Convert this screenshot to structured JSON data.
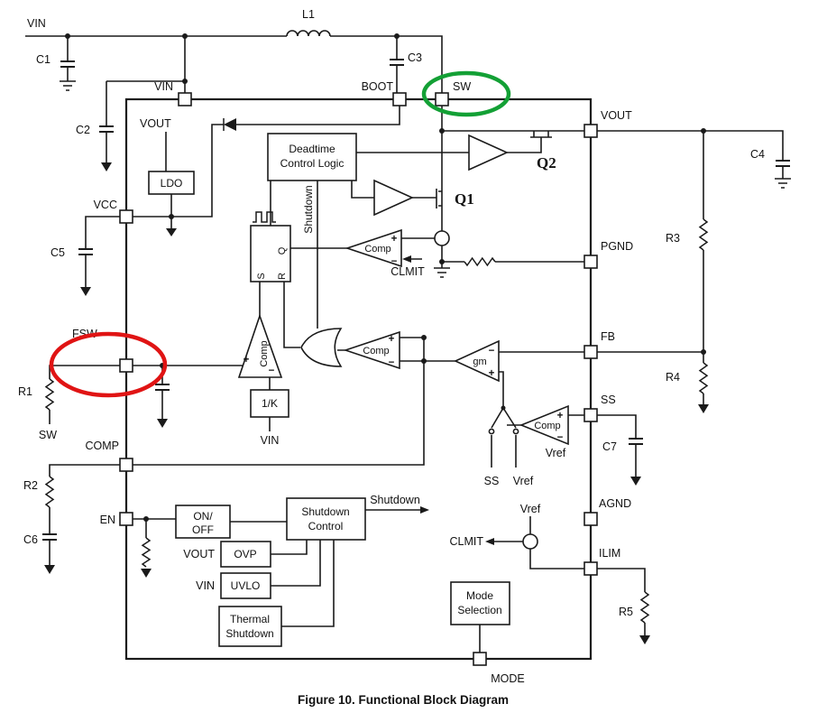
{
  "caption": "Figure 10.  Functional Block Diagram",
  "labels": {
    "vin_rail": "VIN",
    "l1": "L1",
    "c1": "C1",
    "c2": "C2",
    "c3": "C3",
    "c4": "C4",
    "c5": "C5",
    "c6": "C6",
    "c7": "C7",
    "r1": "R1",
    "r2": "R2",
    "r3": "R3",
    "r4": "R4",
    "r5": "R5",
    "sw_node": "SW",
    "pin_vin": "VIN",
    "pin_boot": "BOOT",
    "pin_sw": "SW",
    "pin_vout": "VOUT",
    "pin_vcc": "VCC",
    "pin_fsw": "FSW",
    "pin_comp": "COMP",
    "pin_en": "EN",
    "pin_pgnd": "PGND",
    "pin_fb": "FB",
    "pin_ss": "SS",
    "pin_agnd": "AGND",
    "pin_ilim": "ILIM",
    "pin_mode": "MODE",
    "vout_internal": "VOUT",
    "ldo": "LDO",
    "deadtime1": "Deadtime",
    "deadtime2": "Control Logic",
    "shutdown_rotated": "Shutdown",
    "latch_s": "S",
    "latch_r": "R",
    "latch_q": "Q",
    "comp": "Comp",
    "gm": "gm",
    "one_over_k": "1/K",
    "vin_ramp": "VIN",
    "clmit": "CLMIT",
    "vref": "Vref",
    "ss_switch": "SS",
    "onoff1": "ON/",
    "onoff2": "OFF",
    "shutdown_ctrl1": "Shutdown",
    "shutdown_ctrl2": "Control",
    "shutdown_signal": "Shutdown",
    "ovp": "OVP",
    "ovp_input": "VOUT",
    "uvlo": "UVLO",
    "uvlo_input": "VIN",
    "thermal1": "Thermal",
    "thermal2": "Shutdown",
    "mode_sel1": "Mode",
    "mode_sel2": "Selection",
    "q1": "Q1",
    "q2": "Q2",
    "plus": "+",
    "minus": "−"
  },
  "colors": {
    "green_highlight": "#13a035",
    "red_highlight": "#e01414",
    "fet_label": "#c00000",
    "line": "#1a1a1a"
  }
}
